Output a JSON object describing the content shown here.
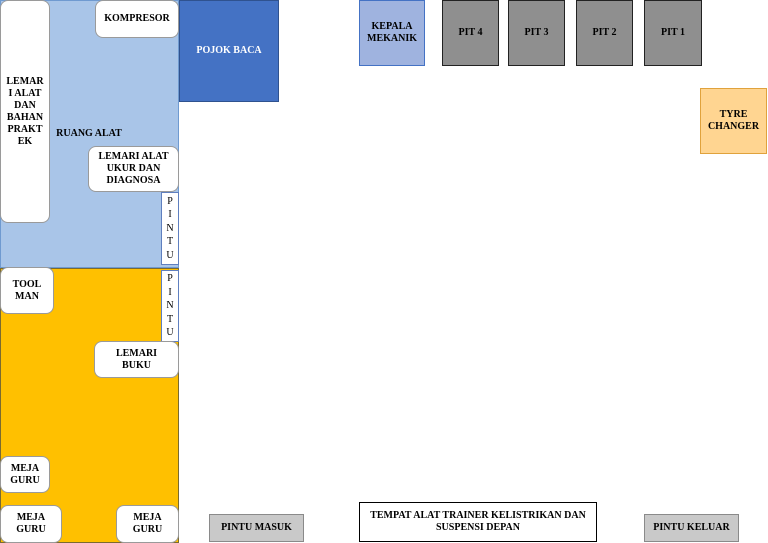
{
  "colors": {
    "ruang_alat": "#a9c5e8",
    "ruang_guru": "#ffc000",
    "pojok_baca": "#4472c4",
    "kepala_mekanik": "#9fb3df",
    "pit": "#8f8f8f",
    "tyre_changer": "#ffd591",
    "door_gray": "#c9c9c9"
  },
  "rooms": {
    "ruang_alat": "RUANG ALAT",
    "pojok_baca": "POJOK BACA",
    "kompresor": "KOMPRESOR",
    "lemari_alat_bahan": "LEMAR\nI ALAT\nDAN\nBAHAN\nPRAKT\nEK",
    "lemari_alat_ukur": "LEMARI ALAT\nUKUR DAN\nDIAGNOSA",
    "pintu_alat": "P\nI\nN\nT\nU",
    "tool_man": "TOOL\nMAN",
    "pintu_guru": "P\nI\nN\nT\nU",
    "lemari_buku": "LEMARI\nBUKU",
    "meja_guru_1": "MEJA\nGURU",
    "meja_guru_2": "MEJA\nGURU",
    "meja_guru_3": "MEJA\nGURU"
  },
  "workshop": {
    "kepala_mekanik": "KEPALA\nMEKANIK",
    "pits": [
      "PIT 4",
      "PIT 3",
      "PIT 2",
      "PIT 1"
    ],
    "tyre_changer": "TYRE\nCHANGER",
    "pintu_masuk": "PINTU MASUK",
    "trainer": "TEMPAT ALAT TRAINER KELISTRIKAN DAN\nSUSPENSI DEPAN",
    "pintu_keluar": "PINTU KELUAR"
  }
}
